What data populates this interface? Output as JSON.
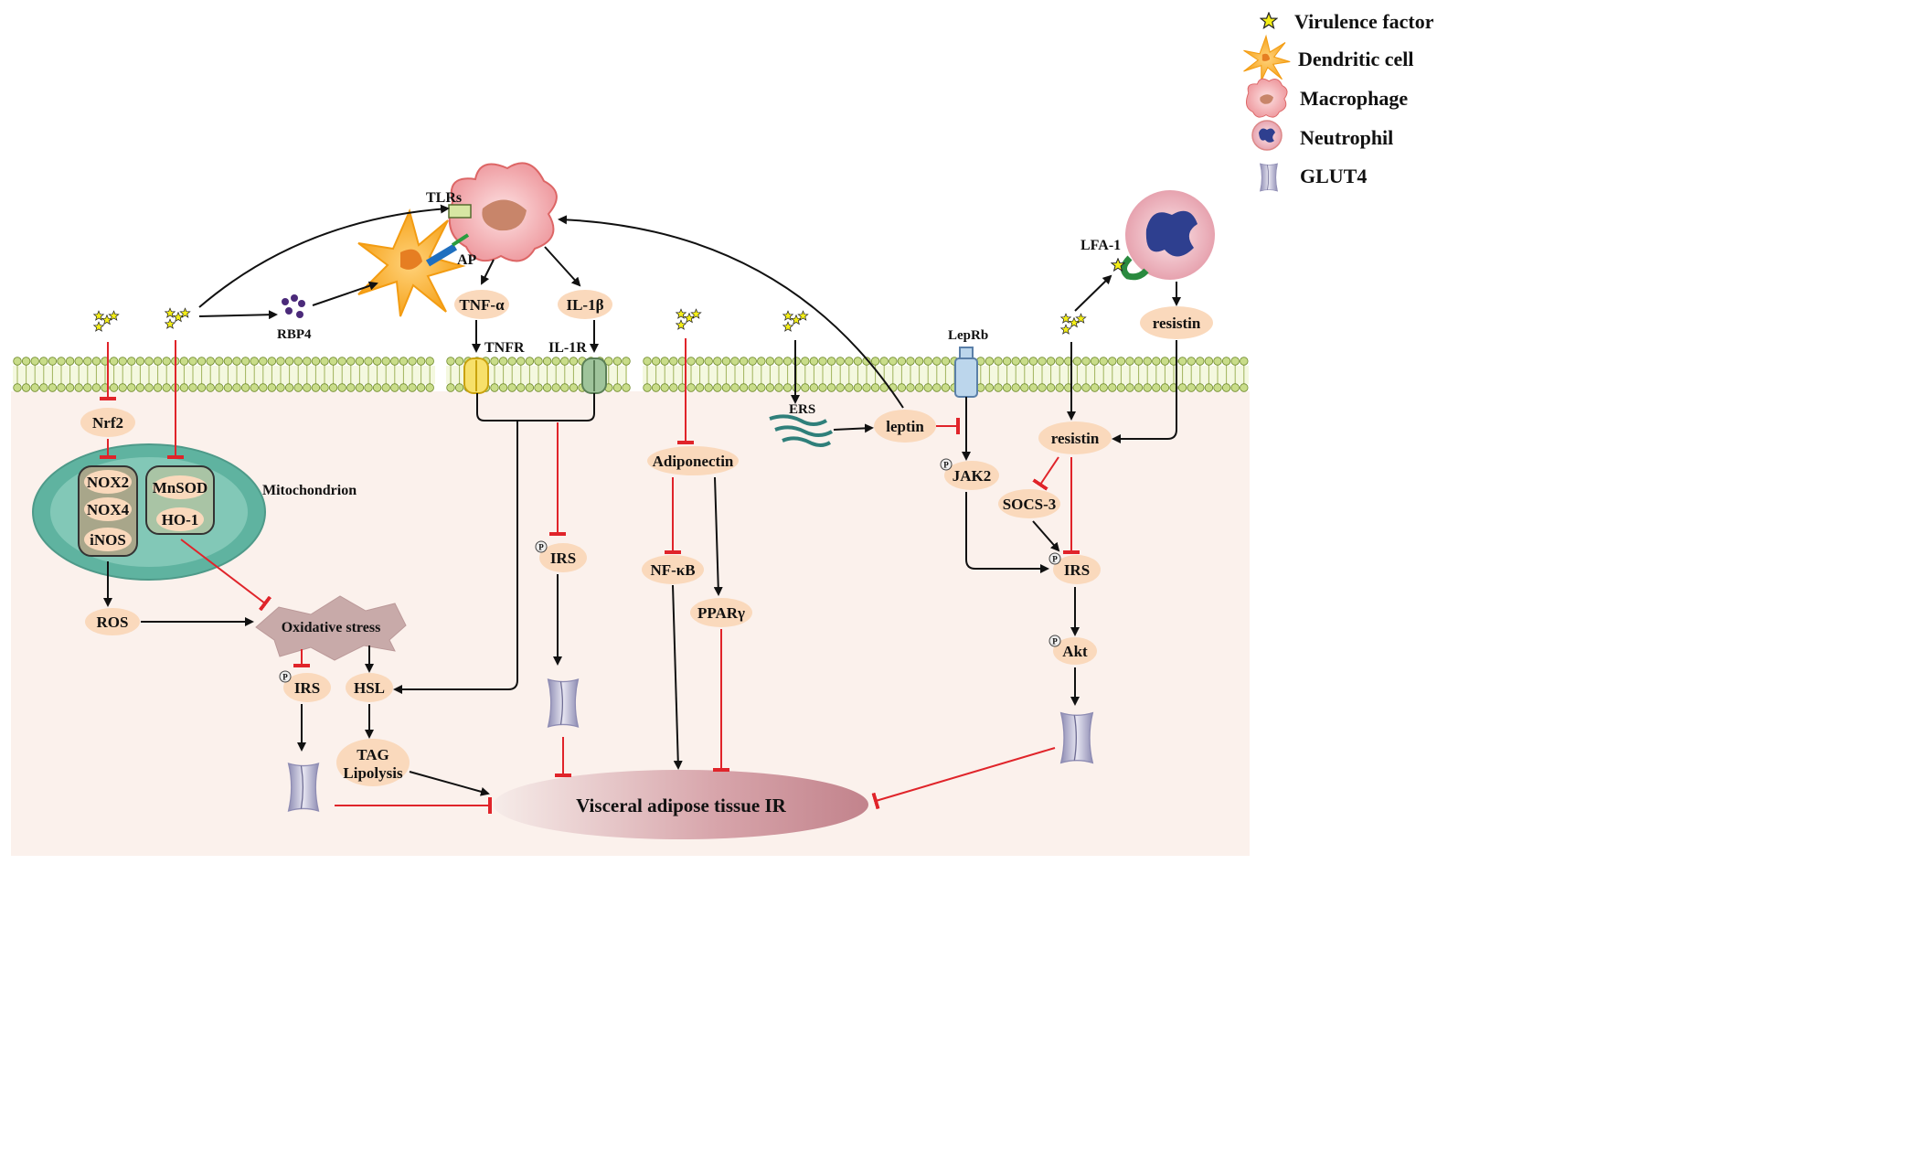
{
  "legend": {
    "virulence_factor": "Virulence factor",
    "dendritic_cell": "Dendritic cell",
    "macrophage": "Macrophage",
    "neutrophil": "Neutrophil",
    "glut4": "GLUT4"
  },
  "labels": {
    "tlrs": "TLRs",
    "ap": "AP",
    "rbp4": "RBP4",
    "tnf_alpha": "TNF-α",
    "il1b": "IL-1β",
    "tnfr": "TNFR",
    "il1r": "IL-1R",
    "nrf2": "Nrf2",
    "nox2": "NOX2",
    "nox4": "NOX4",
    "inos": "iNOS",
    "mnsod": "MnSOD",
    "ho1": "HO-1",
    "mitochondrion": "Mitochondrion",
    "ros": "ROS",
    "oxidative_stress": "Oxidative stress",
    "irs": "IRS",
    "hsl": "HSL",
    "tag_line1": "TAG",
    "tag_line2": "Lipolysis",
    "adiponectin": "Adiponectin",
    "nfkb": "NF-κB",
    "ppary": "PPARγ",
    "ers": "ERS",
    "leptin": "leptin",
    "leprb": "LepRb",
    "jak2": "JAK2",
    "lfa1": "LFA-1",
    "resistin": "resistin",
    "socs3": "SOCS-3",
    "akt": "Akt",
    "phospho": "P",
    "outcome": "Visceral adipose tissue IR"
  },
  "colors": {
    "inhibit": "#e0242a",
    "activate": "#111111",
    "node_fill": "#fad9bc",
    "cell_bg": "#fbf1ec",
    "mito": "#5fb3a0",
    "membrane_head": "#c9dd8a",
    "glut4": "#b5b3cf"
  }
}
